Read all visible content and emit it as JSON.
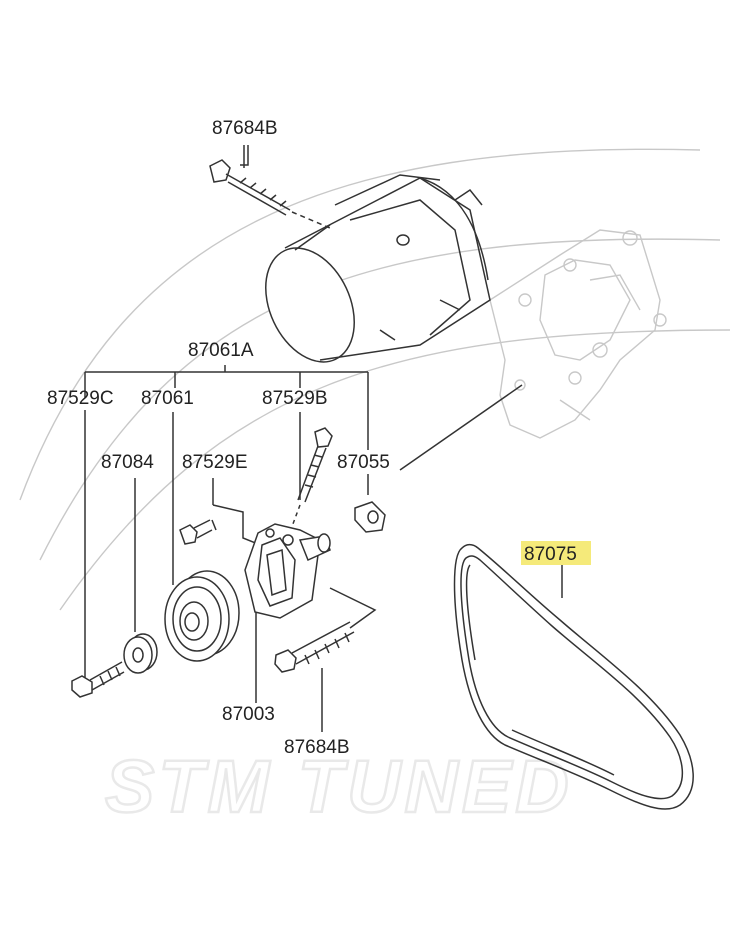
{
  "labels": {
    "p87684b_top": "87684B",
    "p87061a": "87061A",
    "p87529c": "87529C",
    "p87061": "87061",
    "p87529b": "87529B",
    "p87084": "87084",
    "p87529e": "87529E",
    "p87055": "87055",
    "p87075": "87075",
    "p87003": "87003",
    "p87684b_bottom": "87684B"
  },
  "watermark": {
    "text": "STM TUNED"
  },
  "colors": {
    "highlight": "#f5ea7a",
    "line": "#333333",
    "watermark": "#e9e9e9"
  },
  "highlighted_part": "87075"
}
